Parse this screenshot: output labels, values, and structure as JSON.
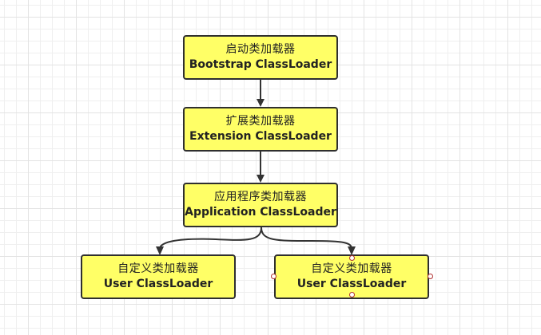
{
  "diagram": {
    "nodes": [
      {
        "id": "bootstrap",
        "label_cn": "启动类加载器",
        "label_en": "Bootstrap ClassLoader"
      },
      {
        "id": "extension",
        "label_cn": "扩展类加载器",
        "label_en": "Extension ClassLoader"
      },
      {
        "id": "application",
        "label_cn": "应用程序类加载器",
        "label_en": "Application ClassLoader"
      },
      {
        "id": "user1",
        "label_cn": "自定义类加载器",
        "label_en": "User ClassLoader"
      },
      {
        "id": "user2",
        "label_cn": "自定义类加载器",
        "label_en": "User ClassLoader",
        "selected": true
      }
    ],
    "edges": [
      {
        "from": "bootstrap",
        "to": "extension"
      },
      {
        "from": "extension",
        "to": "application"
      },
      {
        "from": "application",
        "to": "user1"
      },
      {
        "from": "application",
        "to": "user2"
      }
    ],
    "colors": {
      "node_fill": "#ffff66",
      "node_border": "#2f2f2f",
      "edge": "#333333",
      "selection_handle": "#b03030"
    }
  }
}
